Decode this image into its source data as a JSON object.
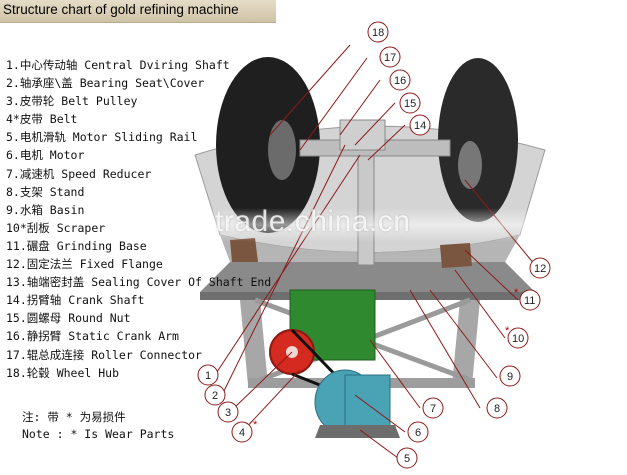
{
  "title": "Structure chart of gold refining machine",
  "legend": [
    {
      "num": "1.",
      "label": "中心传动轴  Central Dviring Shaft"
    },
    {
      "num": "2.",
      "label": "轴承座\\盖  Bearing Seat\\Cover"
    },
    {
      "num": "3.",
      "label": "皮带轮  Belt Pulley"
    },
    {
      "num": "4*",
      "label": "皮带  Belt"
    },
    {
      "num": "5.",
      "label": "电机滑轨  Motor Sliding Rail"
    },
    {
      "num": "6.",
      "label": "电机  Motor"
    },
    {
      "num": "7.",
      "label": "减速机  Speed Reducer"
    },
    {
      "num": "8.",
      "label": "支架  Stand"
    },
    {
      "num": "9.",
      "label": "水箱  Basin"
    },
    {
      "num": "10*",
      "label": "刮板  Scraper"
    },
    {
      "num": "11.",
      "label": "碾盘  Grinding Base"
    },
    {
      "num": "12.",
      "label": "固定法兰  Fixed Flange"
    },
    {
      "num": "13.",
      "label": "轴端密封盖  Sealing Cover Of Shaft End"
    },
    {
      "num": "14.",
      "label": "拐臂轴  Crank Shaft"
    },
    {
      "num": "15.",
      "label": "圆螺母  Round Nut"
    },
    {
      "num": "16.",
      "label": "静拐臂  Static Crank Arm"
    },
    {
      "num": "17.",
      "label": "辊总成连接  Roller Connector"
    },
    {
      "num": "18.",
      "label": "轮毂  Wheel Hub"
    }
  ],
  "note": {
    "cn": "注: 带 * 为易损件",
    "en": "Note : * Is Wear Parts"
  },
  "watermark": "trade.china.cn",
  "callouts": [
    "1",
    "2",
    "3",
    "4",
    "5",
    "6",
    "7",
    "8",
    "9",
    "10",
    "11",
    "12",
    "14",
    "15",
    "16",
    "17",
    "18"
  ],
  "wear_marker": "*",
  "colors": {
    "roller": "#222222",
    "frame": "#b9b9b9",
    "base": "#8a8a8a",
    "reducer": "#2f8a2f",
    "pulley": "#d42a1f",
    "motor": "#4aa3b5",
    "callout_line": "#8b1a1a"
  }
}
